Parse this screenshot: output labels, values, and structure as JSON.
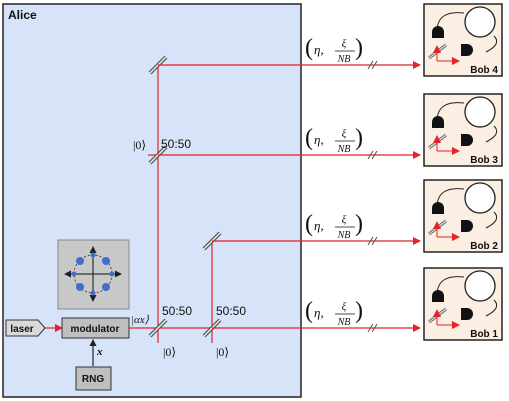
{
  "alice": {
    "title": "Alice"
  },
  "components": {
    "laser": "laser",
    "modulator": "modulator",
    "rng": "RNG",
    "rng_signal": "x",
    "state_out": "|αx⟩"
  },
  "beam_splitters": {
    "ratio_label": "50:50",
    "vacuum_label": "|0⟩"
  },
  "channels": {
    "eta": "η,",
    "xi": "ξ",
    "nb": "NB"
  },
  "bobs": [
    {
      "label": "Bob 4"
    },
    {
      "label": "Bob 3"
    },
    {
      "label": "Bob 2"
    },
    {
      "label": "Bob 1"
    }
  ],
  "colors": {
    "alice_bg": "#d6e3f8",
    "bob_bg": "#fbeee2",
    "beam": "#e8202a",
    "modulator_bg": "#bfbfbf",
    "constellation_bg": "#c8c8c8",
    "constellation_dot": "#3f6fce"
  }
}
